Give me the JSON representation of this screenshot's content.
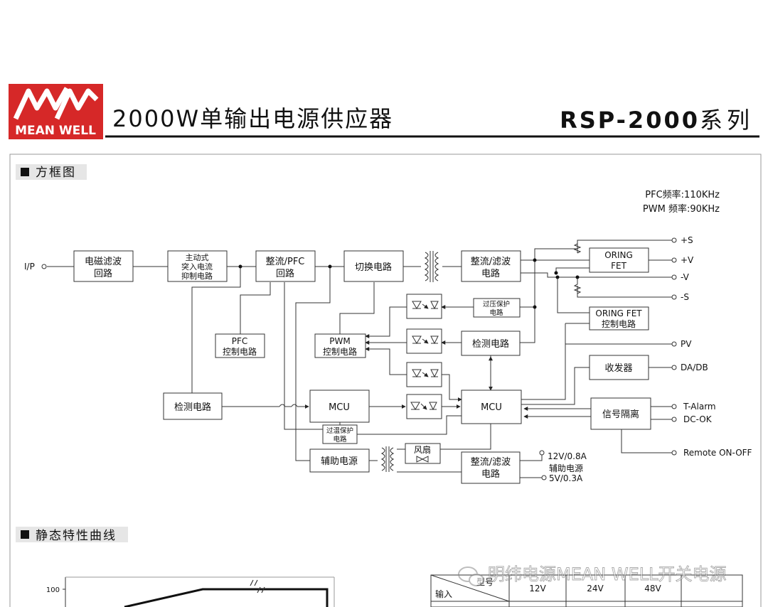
{
  "header": {
    "brand_top": "MW",
    "brand_name": "MEAN WELL",
    "title": "2000W单输出电源供应器",
    "series_model": "RSP-2000",
    "series_suffix": "系列"
  },
  "block_diagram": {
    "section_title": "方框图",
    "freq_pfc": "PFC频率:110KHz",
    "freq_pwm": "PWM 频率:90KHz",
    "blocks": {
      "emi": [
        "电磁滤波",
        "回路"
      ],
      "inrush": [
        "主动式",
        "突入电流",
        "抑制电路"
      ],
      "rect_pfc": [
        "整流/PFC",
        "回路"
      ],
      "switching": "切换电路",
      "rect_filter": [
        "整流/滤波",
        "电路"
      ],
      "oring_fet": [
        "ORING",
        "FET"
      ],
      "ovp": [
        "过压保护",
        "电路"
      ],
      "oring_ctrl": [
        "ORING FET",
        "控制电路"
      ],
      "pfc_ctrl": [
        "PFC",
        "控制电路"
      ],
      "pwm_ctrl": [
        "PWM",
        "控制电路"
      ],
      "detect_mid": "检测电路",
      "transceiver": "收发器",
      "detect_left": "检测电路",
      "mcu_left": "MCU",
      "mcu_right": "MCU",
      "signal_iso": "信号隔离",
      "otp": [
        "过温保护",
        "电路"
      ],
      "fan": "风扇",
      "aux_power": "辅助电源",
      "rect_filter_aux": [
        "整流/滤波",
        "电路"
      ]
    },
    "terminals": {
      "input": "I/P",
      "plus_s": "+S",
      "plus_v": "+V",
      "minus_v": "-V",
      "minus_s": "-S",
      "pv": "PV",
      "da_db": "DA/DB",
      "t_alarm": "T-Alarm",
      "dc_ok": "DC-OK",
      "remote": "Remote ON-OFF",
      "aux_12v": "12V/0.8A",
      "aux_label": "辅助电源",
      "aux_5v": "5V/0.3A"
    }
  },
  "static_characteristics": {
    "section_title": "静态特性曲线",
    "y_tick": "100"
  },
  "spec_table": {
    "col_header_model": "型号",
    "row_header_input": "输入",
    "columns": [
      "12V",
      "24V",
      "48V"
    ]
  },
  "watermark": "明纬电源MEAN WELL开关电源"
}
